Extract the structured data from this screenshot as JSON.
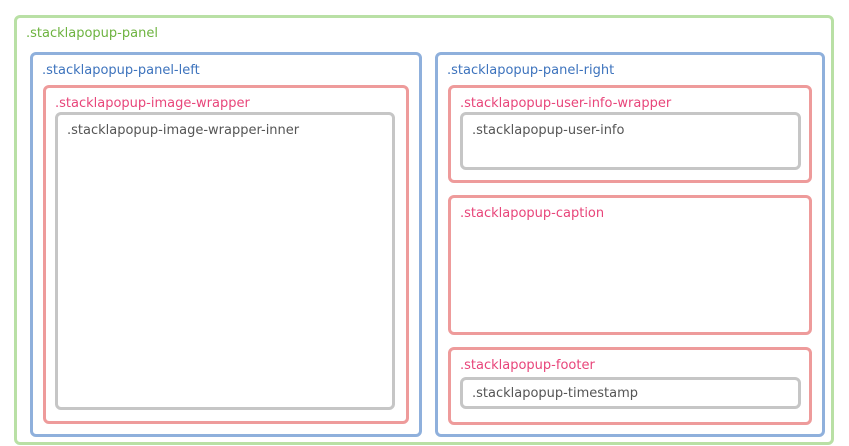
{
  "labels": {
    "panel": ".stacklapopup-panel",
    "panel_left": ".stacklapopup-panel-left",
    "image_wrapper": ".stacklapopup-image-wrapper",
    "image_wrapper_inner": ".stacklapopup-image-wrapper-inner",
    "panel_right": ".stacklapopup-panel-right",
    "user_info_wrapper": ".stacklapopup-user-info-wrapper",
    "user_info": ".stacklapopup-user-info",
    "caption": ".stacklapopup-caption",
    "footer": ".stacklapopup-footer",
    "timestamp": ".stacklapopup-timestamp"
  },
  "colors": {
    "level_1_border": "#b9e0a5",
    "level_1_text": "#6db33f",
    "level_2_border": "#8fb0dc",
    "level_2_text": "#3d73bd",
    "level_3_border": "#ee9b9b",
    "level_3_text": "#e8457a",
    "level_4_border": "#c6c6c6",
    "level_4_text": "#555555"
  }
}
